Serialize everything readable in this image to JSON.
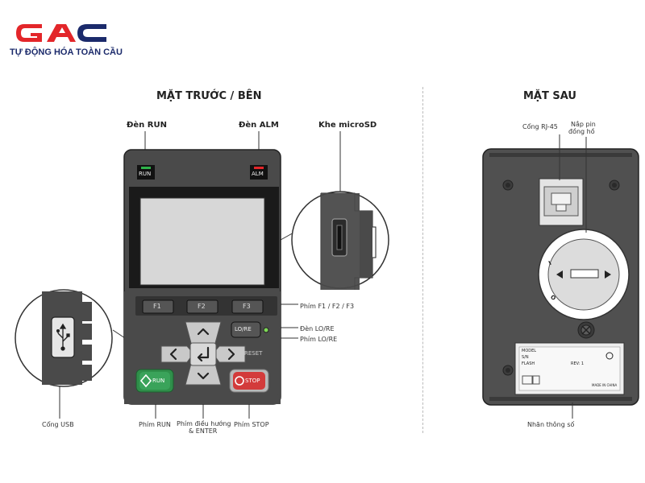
{
  "brand": {
    "logo_letters": "GAC",
    "tagline": "TỰ ĐỘNG HÓA TOÀN CẦU",
    "colors": {
      "red": "#e3262a",
      "navy": "#1b2a6b"
    }
  },
  "front": {
    "heading": "MẶT TRƯỚC / BÊN",
    "callouts": {
      "run_led": "Đèn RUN",
      "alm_led": "Đèn ALM",
      "microsd": "Khe microSD",
      "f_keys": "Phím F1 / F2 / F3",
      "lore_led": "Đèn LO/RE",
      "lore_key": "Phím LO/RE",
      "usb_port": "Cổng USB",
      "run_key": "Phím RUN",
      "nav_key_line1": "Phím điều hướng",
      "nav_key_line2": "& ENTER",
      "stop_key": "Phím STOP"
    },
    "keypad": {
      "run_led_label": "RUN",
      "alm_led_label": "ALM",
      "f1": "F1",
      "f2": "F2",
      "f3": "F3",
      "lore": "LO/RE",
      "reset": "RESET",
      "run": "RUN",
      "stop": "STOP"
    }
  },
  "back": {
    "heading": "MẶT SAU",
    "callouts": {
      "rj45": "Cổng RJ-45",
      "battery_line1": "Nắp pin",
      "battery_line2": "đồng hồ",
      "nameplate": "Nhãn thông số"
    },
    "battery_marks": {
      "one": "I",
      "zero": "O"
    },
    "nameplate": {
      "model": "MODEL",
      "sn": "S/N",
      "flash": "FLASH",
      "rev": "REV: 1",
      "made_in": "MADE IN CHINA"
    }
  }
}
